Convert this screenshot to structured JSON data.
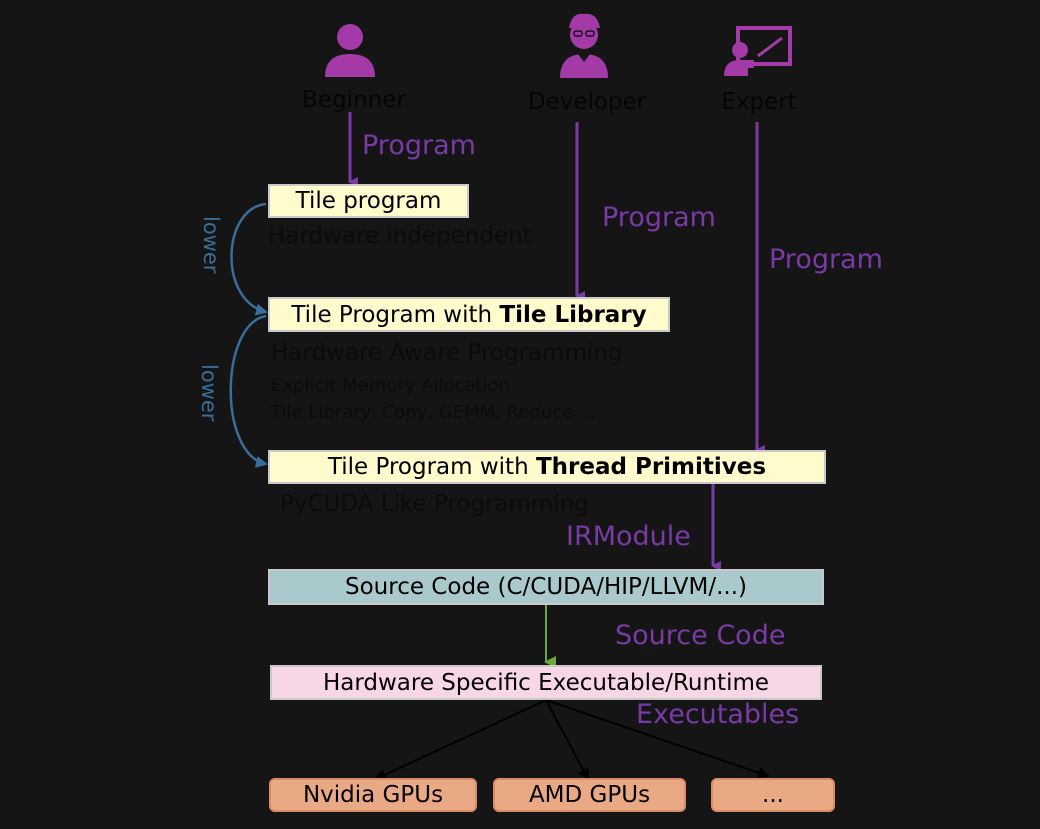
{
  "roles": {
    "beginner": "Beginner",
    "developer": "Developer",
    "expert": "Expert"
  },
  "edge_labels": {
    "program_beginner": "Program",
    "program_developer": "Program",
    "program_expert": "Program",
    "lower_1": "lower",
    "lower_2": "lower",
    "irmodule": "IRModule",
    "source_code": "Source Code",
    "executables": "Executables"
  },
  "nodes": {
    "tile_program": "Tile program",
    "tile_program_library_prefix": "Tile Program with ",
    "tile_program_library_bold": "Tile Library",
    "tile_program_thread_prefix": "Tile Program with ",
    "tile_program_thread_bold": "Thread Primitives",
    "source": "Source Code (C/CUDA/HIP/LLVM/...)",
    "executable": "Hardware Specific Executable/Runtime",
    "nvidia": "Nvidia GPUs",
    "amd": "AMD GPUs",
    "more": "..."
  },
  "notes": {
    "hardware_independent": "Hardware independent",
    "hardware_aware": "Hardware Aware Programming",
    "explicit_memory": "Explicit Memory Allocation",
    "tile_library_ops": "Tile Library: Copy, GEMM, Reduce ...",
    "pycuda": "PyCUDA Like Programming"
  },
  "colors": {
    "background": "#151515",
    "purple": "#7a3aa6",
    "icon_purple": "#a33aa8",
    "lower_blue": "#3a6d9a",
    "green_arrow": "#6aaa3a",
    "yellow_box": "#fffbcc",
    "teal_box": "#a9c9cd",
    "pink_box": "#f7d6e6",
    "orange_box": "#eaa985"
  },
  "icons": {
    "beginner": "person-icon",
    "developer": "developer-person-icon",
    "expert": "presenter-board-icon"
  }
}
